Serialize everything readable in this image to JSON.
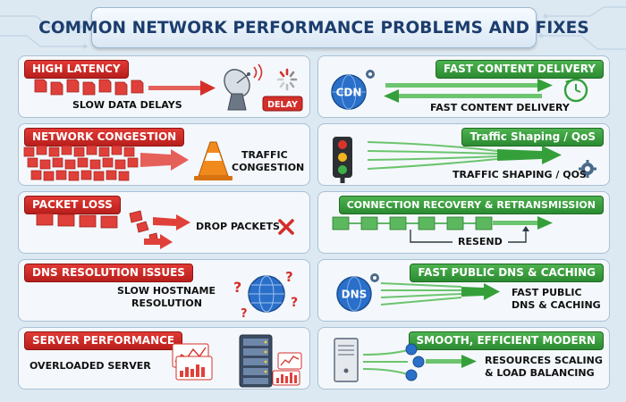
{
  "title": "COMMON NETWORK PERFORMANCE PROBLEMS AND FIXES",
  "rows": [
    {
      "problem": {
        "tag": "HIGH LATENCY",
        "label": "SLOW DATA DELAYS",
        "badge": "DELAY"
      },
      "fix": {
        "tag": "FAST CONTENT DELIVERY",
        "label": "FAST CONTENT DELIVERY",
        "icon_text": "CDN"
      }
    },
    {
      "problem": {
        "tag": "NETWORK CONGESTION",
        "label_line1": "TRAFFIC",
        "label_line2": "CONGESTION"
      },
      "fix": {
        "tag": "Traffic Shaping / QoS",
        "label": "TRAFFIC SHAPING / QOS"
      }
    },
    {
      "problem": {
        "tag": "PACKET LOSS",
        "label": "DROP PACKETS"
      },
      "fix": {
        "tag": "CONNECTION RECOVERY & RETRANSMISSION",
        "label": "RESEND"
      }
    },
    {
      "problem": {
        "tag": "DNS RESOLUTION ISSUES",
        "label_line1": "SLOW HOSTNAME",
        "label_line2": "RESOLUTION"
      },
      "fix": {
        "tag": "FAST PUBLIC DNS & CACHING",
        "label_line1": "FAST PUBLIC",
        "label_line2": "DNS & CACHING",
        "icon_text": "DNS"
      }
    },
    {
      "problem": {
        "tag": "SERVER PERFORMANCE",
        "label": "OVERLOADED SERVER"
      },
      "fix": {
        "tag": "SMOOTH, EFFICIENT MODERN",
        "label_line1": "RESOURCES SCALING",
        "label_line2": "& LOAD BALANCING"
      }
    }
  ],
  "icons": {
    "satellite": "satellite-dish-icon",
    "loading": "loading-spinner-icon",
    "traffic_cone": "traffic-cone-icon",
    "drop_x": "x-mark-icon",
    "globe": "globe-icon",
    "question": "question-mark-icon",
    "server": "server-rack-icon",
    "traffic_light": "traffic-light-icon",
    "clock": "clock-refresh-icon",
    "gear": "gear-icon"
  },
  "colors": {
    "problem_red": "#d42f2a",
    "fix_green": "#35a03a",
    "title_text": "#1c3d6d",
    "panel_bg": "#f4f8fc"
  }
}
